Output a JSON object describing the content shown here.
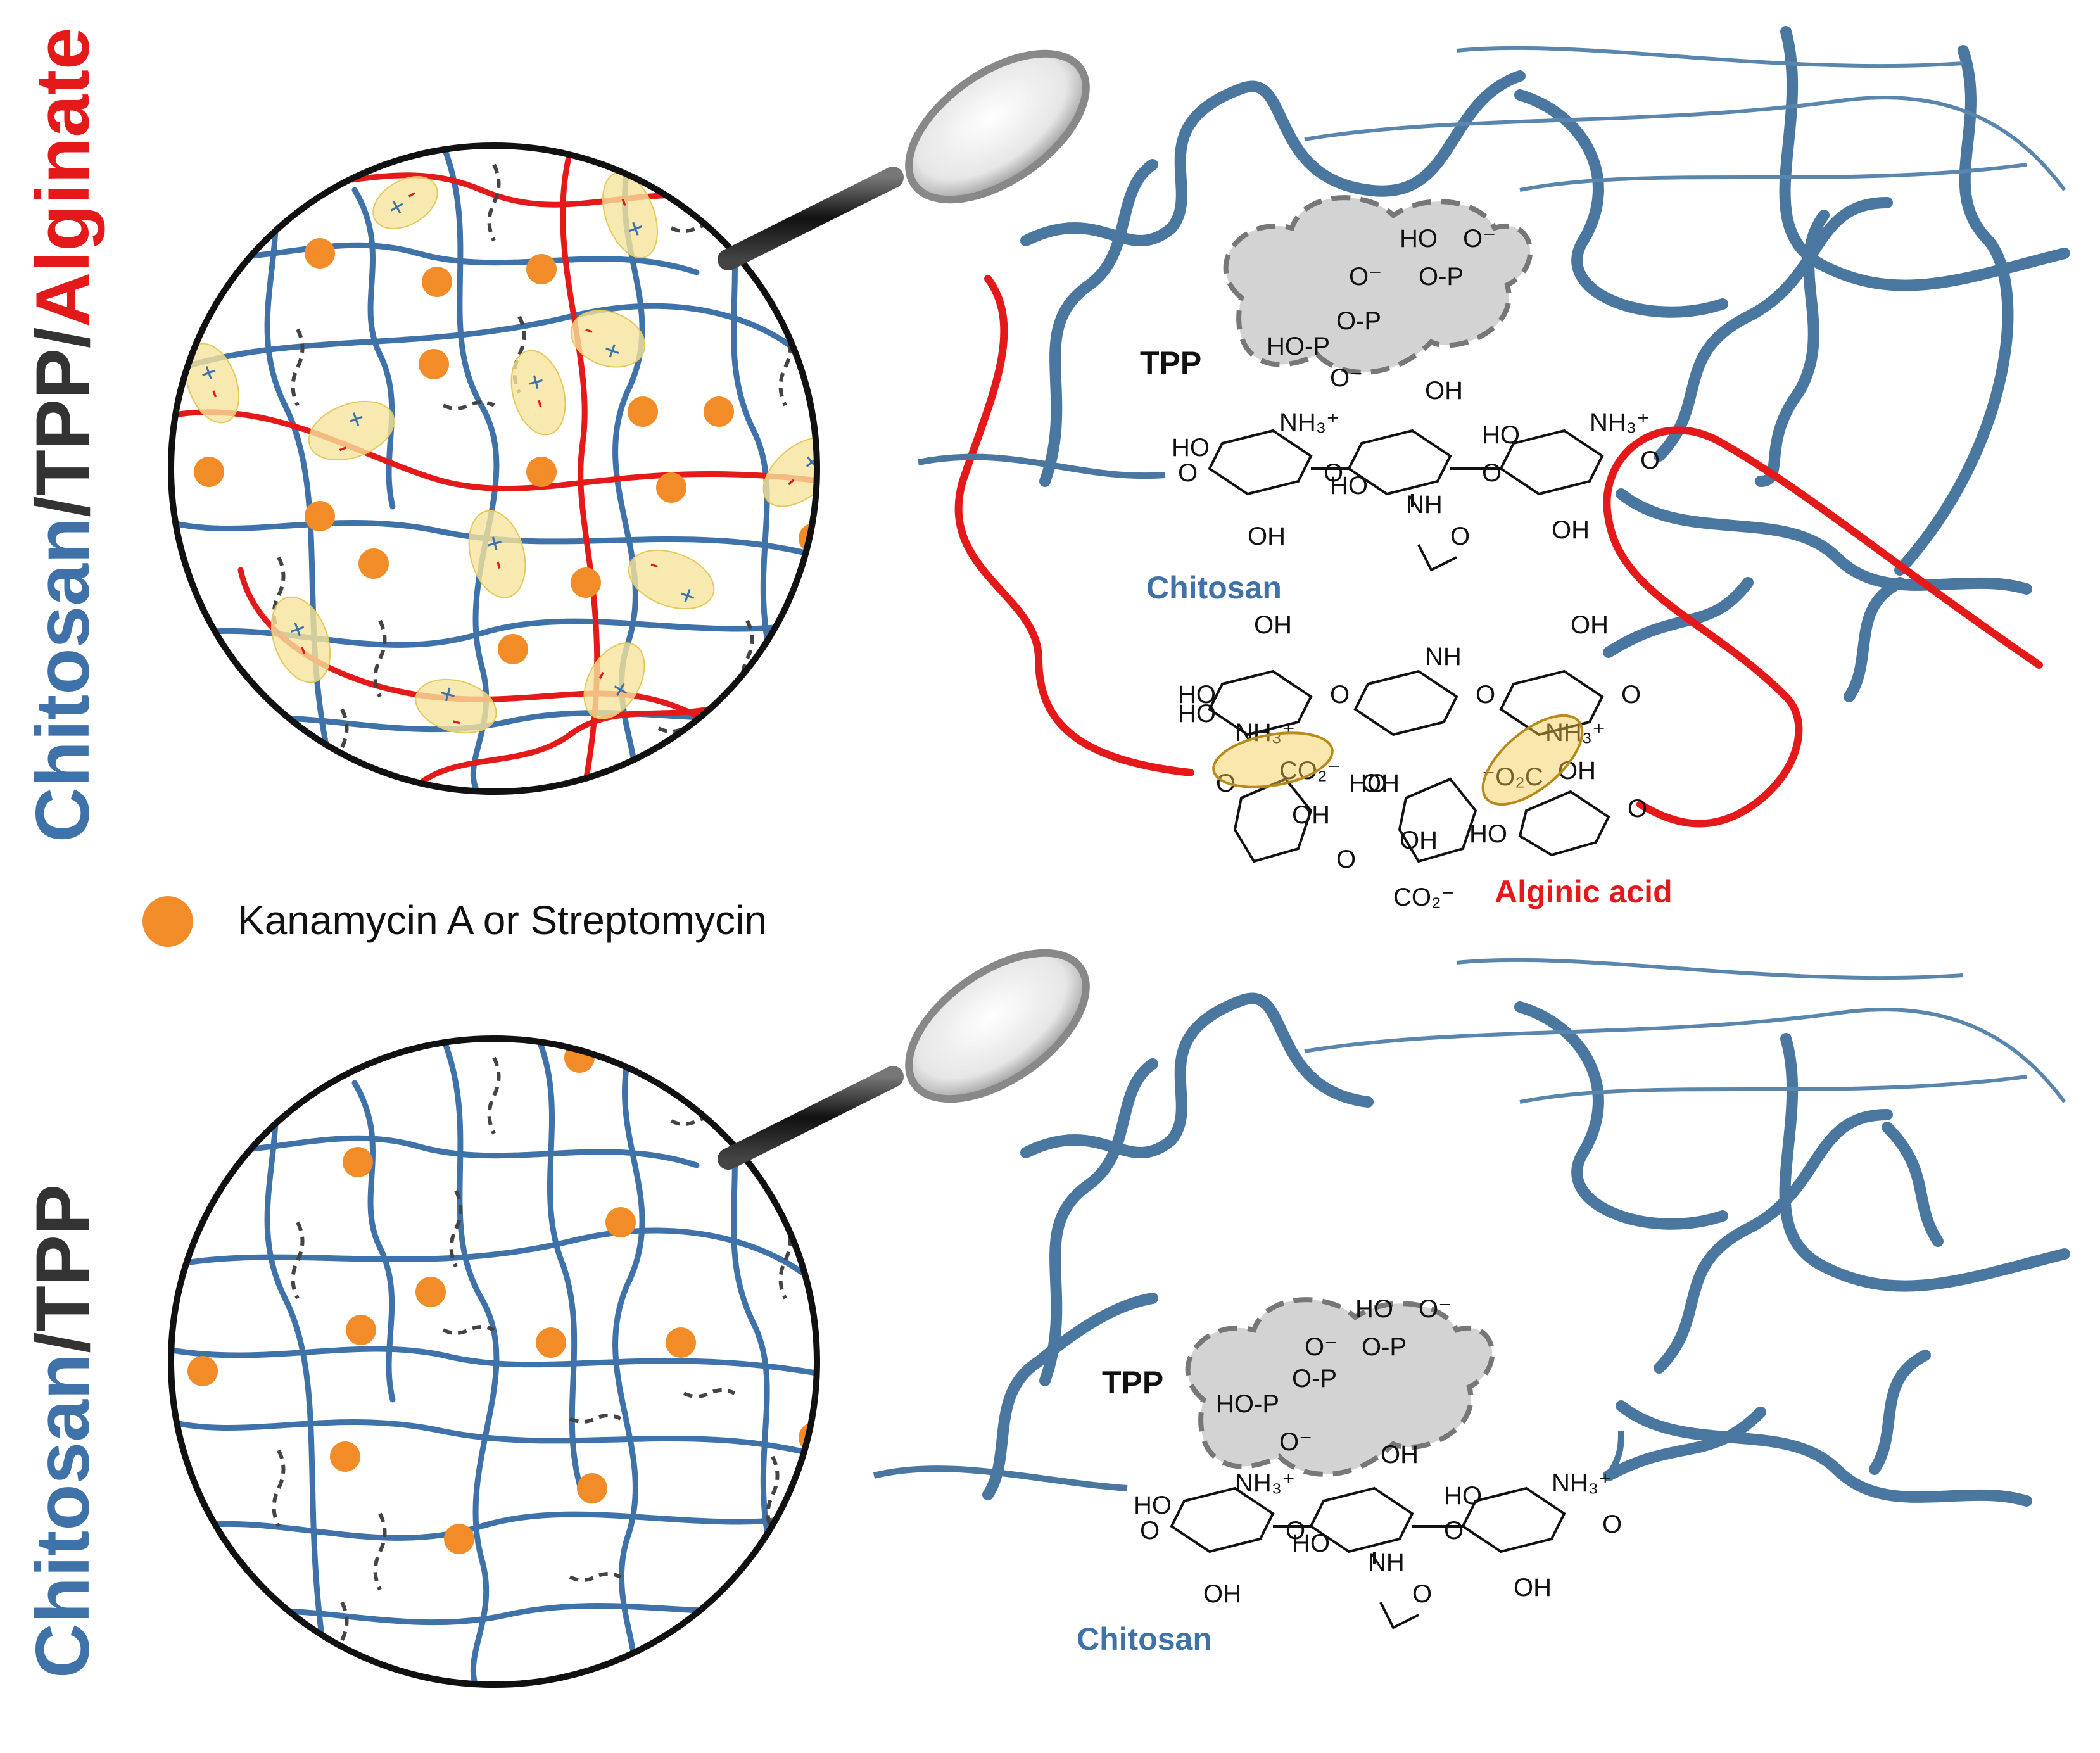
{
  "colors": {
    "chitosan": "#3f72a8",
    "alginate": "#e41a1a",
    "tpp_text": "#333333",
    "drug": "#f28c28",
    "pair_fill": "#f6e39c",
    "chem_black": "#111111",
    "tpp_cloud": "#cfcfcf"
  },
  "top_panel": {
    "side_label": {
      "chitosan": "Chitosan",
      "slash1": "/",
      "tpp": "TPP",
      "slash2": "/",
      "alginate": "Alginate"
    },
    "plus": "+",
    "minus": "-",
    "legend_text": "Kanamycin A or Streptomycin",
    "tpp_label": "TPP",
    "chitosan_label": "Chitosan",
    "alginic_label": "Alginic acid",
    "chem": {
      "ho": "HO",
      "oh": "OH",
      "o": "O",
      "ominus": "O⁻",
      "p": "P",
      "nh": "NH",
      "nh3": "NH₃⁺",
      "co2": "CO₂⁻",
      "o2c": "⁻O₂C",
      "op": "O-P",
      "hop": "HO-P"
    }
  },
  "bottom_panel": {
    "side_label": {
      "chitosan": "Chitosan",
      "slash": "/",
      "tpp": "TPP"
    },
    "tpp_label": "TPP",
    "chitosan_label": "Chitosan"
  },
  "icons": [
    "magnifier-icon-top",
    "magnifier-icon-bottom"
  ]
}
